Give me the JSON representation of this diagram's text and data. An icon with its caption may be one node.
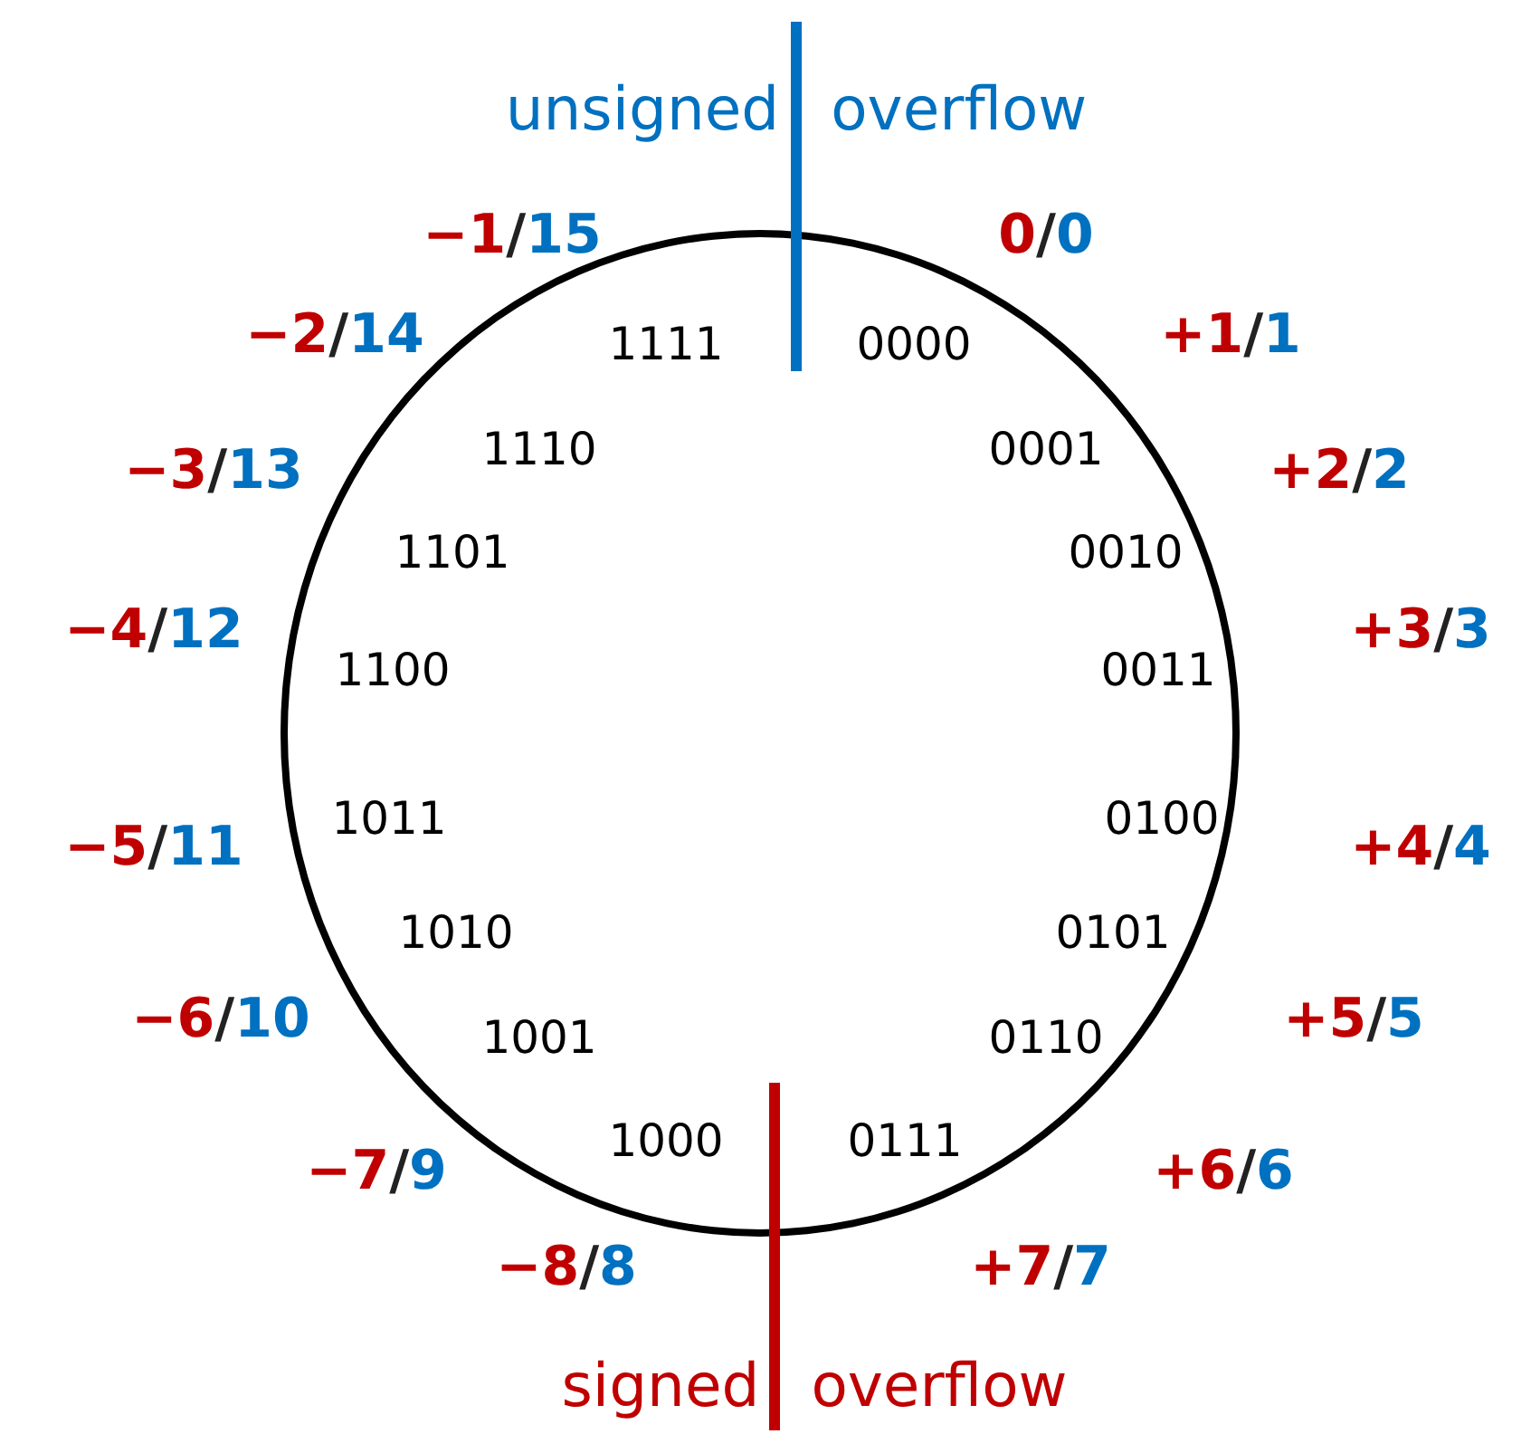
{
  "diagram": {
    "nodes": [
      {
        "text": [
          "0000",
          "0001",
          "0010",
          "0011",
          "0100",
          "0101",
          "0110",
          "0111",
          "1000",
          "1001",
          "1010",
          "1011",
          "1100",
          "1101",
          "1110",
          "1111"
        ]
      }
    ],
    "labels": [
      "unsigned overflow",
      "signed overflow",
      "0/0",
      "+1/1",
      "+2/2",
      "+3/3",
      "+4/4",
      "+5/5",
      "+6/6",
      "+7/7",
      "−8/8",
      "−7/9",
      "−6/10",
      "−5/11",
      "−4/12",
      "−3/13",
      "−2/14",
      "−1/15"
    ]
  }
}
